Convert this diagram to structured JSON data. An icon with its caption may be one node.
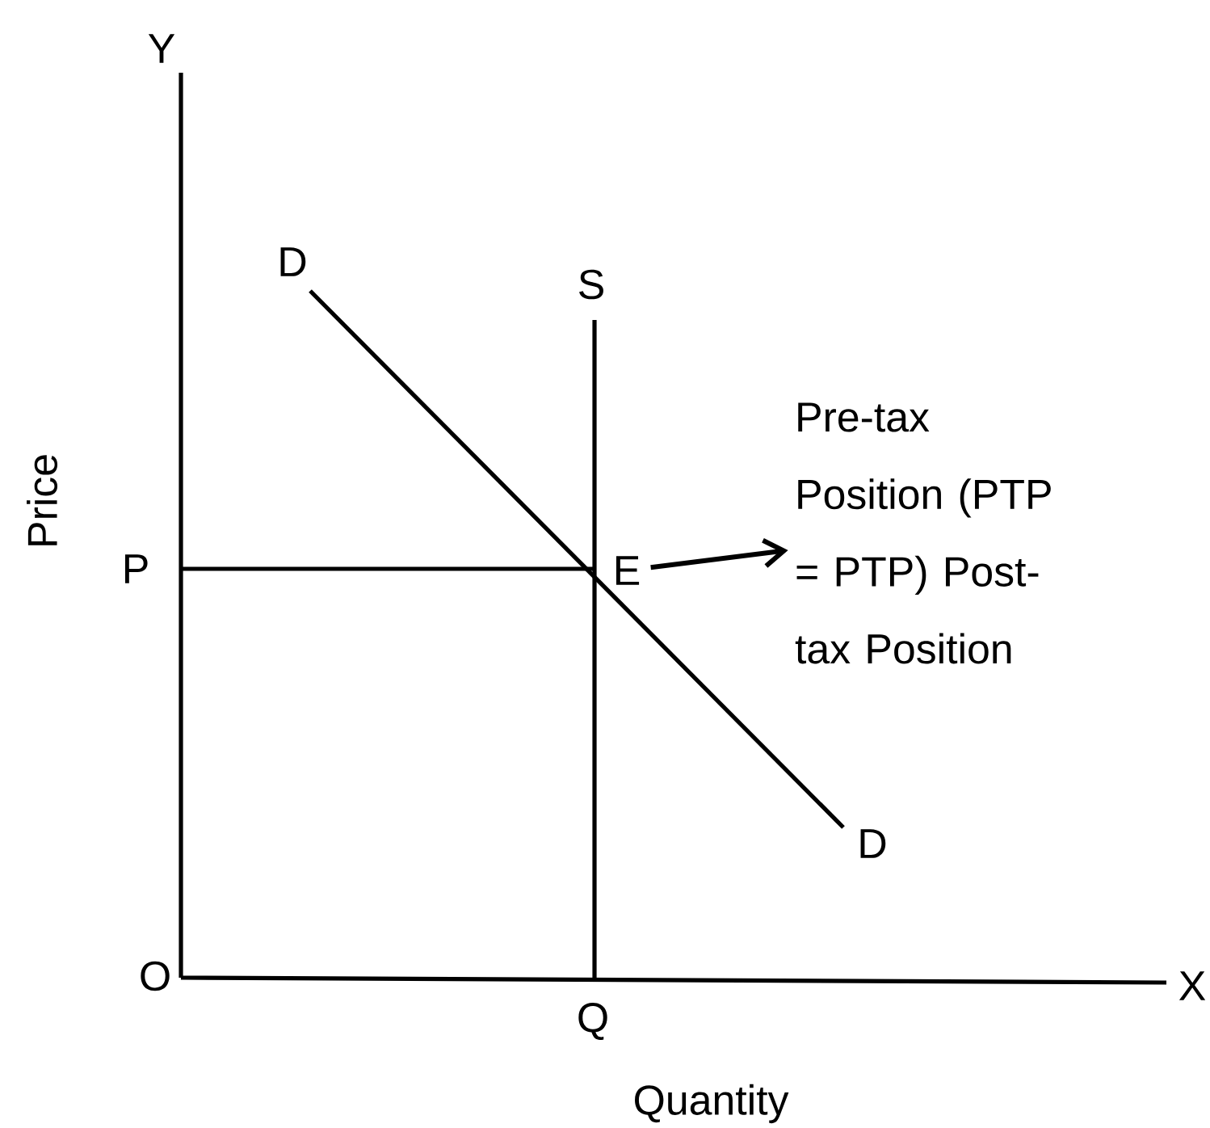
{
  "diagram": {
    "nodes": [
      {
        "text": [
          "E"
        ]
      },
      {
        "text": [
          "Pre-tax Position (PTP = PTP) Post-tax Position"
        ]
      }
    ],
    "edges": [
      {
        "from": 0,
        "to": 1,
        "arrow": "to"
      }
    ],
    "labels": [
      "Y",
      "D",
      "S",
      "Price",
      "P",
      "D",
      "O",
      "Q",
      "X",
      "Quantity"
    ]
  }
}
